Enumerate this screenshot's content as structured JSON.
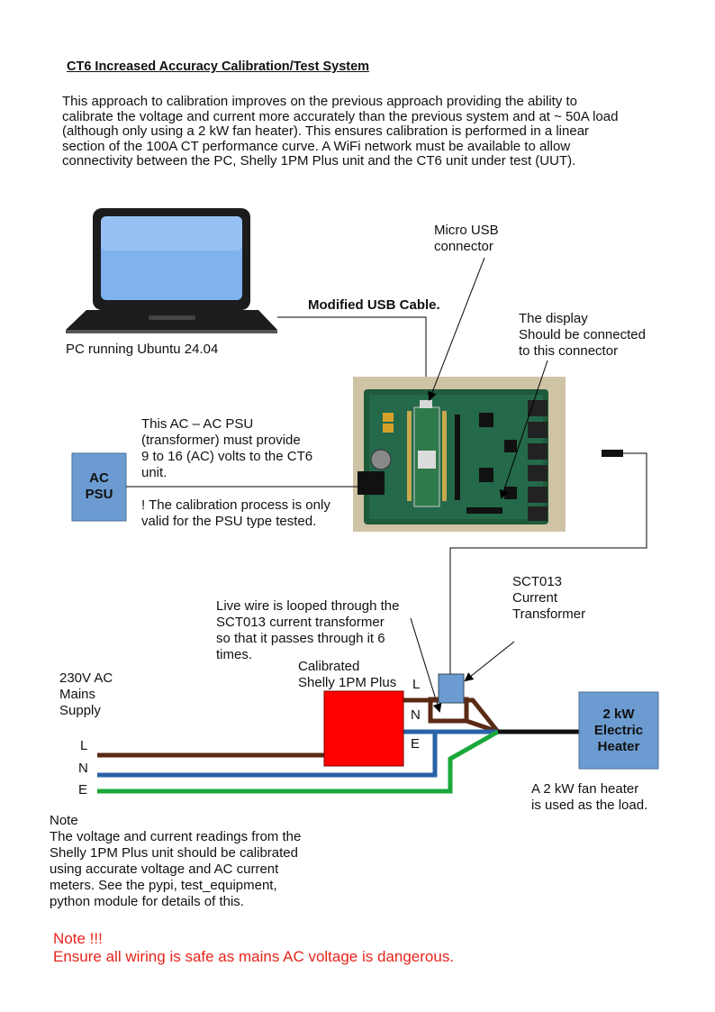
{
  "title": "CT6 Increased Accuracy Calibration/Test System",
  "intro": [
    "This approach to calibration improves on the previous approach providing the ability to",
    "calibrate the voltage and current more accurately than the previous system and at ~ 50A load",
    "(although only using a 2 kW fan heater). This ensures calibration is performed in a linear",
    "section of the 100A CT performance curve. A WiFi network must be available to allow",
    "connectivity between the PC, Shelly 1PM Plus unit and the CT6 unit under test (UUT)."
  ],
  "labels": {
    "pc": "PC running Ubuntu 24.04",
    "usb_cable": "Modified USB Cable.",
    "micro_usb": [
      "Micro USB",
      "connector"
    ],
    "display": [
      "The display",
      "Should be connected",
      "to this connector"
    ],
    "psu_box": [
      "AC",
      "PSU"
    ],
    "psu_note": [
      "This AC – AC PSU",
      "(transformer) must provide",
      "9 to 16 (AC) volts to the CT6",
      "unit."
    ],
    "psu_warning": [
      "! The calibration process is only",
      "valid for the PSU type tested."
    ],
    "sct013": [
      "SCT013",
      "Current",
      "Transformer"
    ],
    "loop_note": [
      "Live wire is looped through the",
      "SCT013 current transformer",
      "so that it passes through it 6",
      "times."
    ],
    "shelly": [
      "Calibrated",
      "Shelly 1PM Plus"
    ],
    "mains": [
      "230V AC",
      "Mains",
      "Supply"
    ],
    "wire_l": "L",
    "wire_n": "N",
    "wire_e": "E",
    "shelly_l": "L",
    "shelly_n": "N",
    "shelly_e": "E",
    "heater_box": [
      "2 kW",
      "Electric",
      "Heater"
    ],
    "heater_note": [
      "A 2 kW fan heater",
      "is used as the load."
    ]
  },
  "note": {
    "heading": "Note",
    "lines": [
      "The voltage and current readings from the",
      "Shelly 1PM Plus unit should be calibrated",
      "using accurate voltage and AC current",
      "meters. See the pypi, test_equipment,",
      "python module for details of this."
    ]
  },
  "warning": [
    "Note !!!",
    "Ensure all wiring is safe as mains AC voltage is dangerous."
  ],
  "colors": {
    "live": "#5a2a14",
    "neutral": "#2a62a8",
    "earth": "#1aa83a",
    "box_fill": "#6b9bd1",
    "shelly_red": "#ff0000",
    "pcb": "#1f5a3a",
    "warning_red": "#e8231a"
  }
}
